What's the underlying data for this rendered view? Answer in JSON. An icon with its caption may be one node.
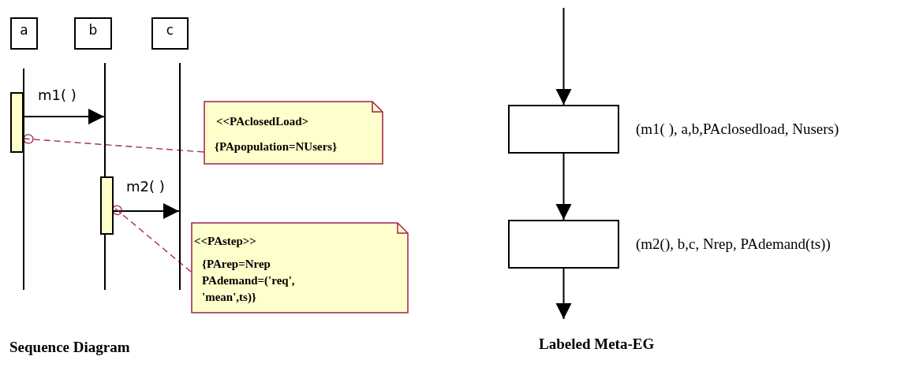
{
  "diagram": {
    "nodes": [
      {
        "text": [
          "a"
        ]
      },
      {
        "text": [
          "b"
        ]
      },
      {
        "text": [
          "c"
        ]
      },
      {
        "text": [],
        "shape": "line"
      },
      {
        "text": [],
        "shape": "line"
      },
      {
        "text": [],
        "shape": "line"
      },
      {
        "text": [],
        "shape": "bar"
      },
      {
        "text": [
          "<<PAclosedLoad>",
          "{PApopulation=NUsers}"
        ]
      },
      {
        "text": [],
        "shape": "bar"
      },
      {
        "text": [
          "<<PAstep>>",
          "{PArep=Nrep PAdemand=('req', 'mean',ts)}"
        ]
      },
      {
        "text": [],
        "shape": "box",
        "beside": [
          "(m1( ), a,b,PAclosedload, Nusers)"
        ]
      },
      {
        "text": [],
        "shape": "box",
        "beside": [
          "(m2(), b,c, Nrep, PAdemand(ts))"
        ]
      }
    ],
    "edges": [
      {
        "from": 6,
        "to": 4,
        "arrow": "to",
        "label": "m1( )"
      },
      {
        "from": 7,
        "to": 6,
        "arrow": "other",
        "style": "dashed",
        "color": "#a0204a"
      },
      {
        "from": 8,
        "to": 5,
        "arrow": "to",
        "label": "m2( )"
      },
      {
        "from": 9,
        "to": 8,
        "arrow": "other",
        "style": "dashed",
        "color": "#a0204a"
      },
      {
        "from": null,
        "to": 10,
        "arrow": "to"
      },
      {
        "from": 10,
        "to": 11,
        "arrow": "to"
      },
      {
        "from": 11,
        "to": null,
        "arrow": "to"
      }
    ],
    "labels": [
      "Sequence Diagram",
      "Labeled Meta-EG"
    ]
  }
}
